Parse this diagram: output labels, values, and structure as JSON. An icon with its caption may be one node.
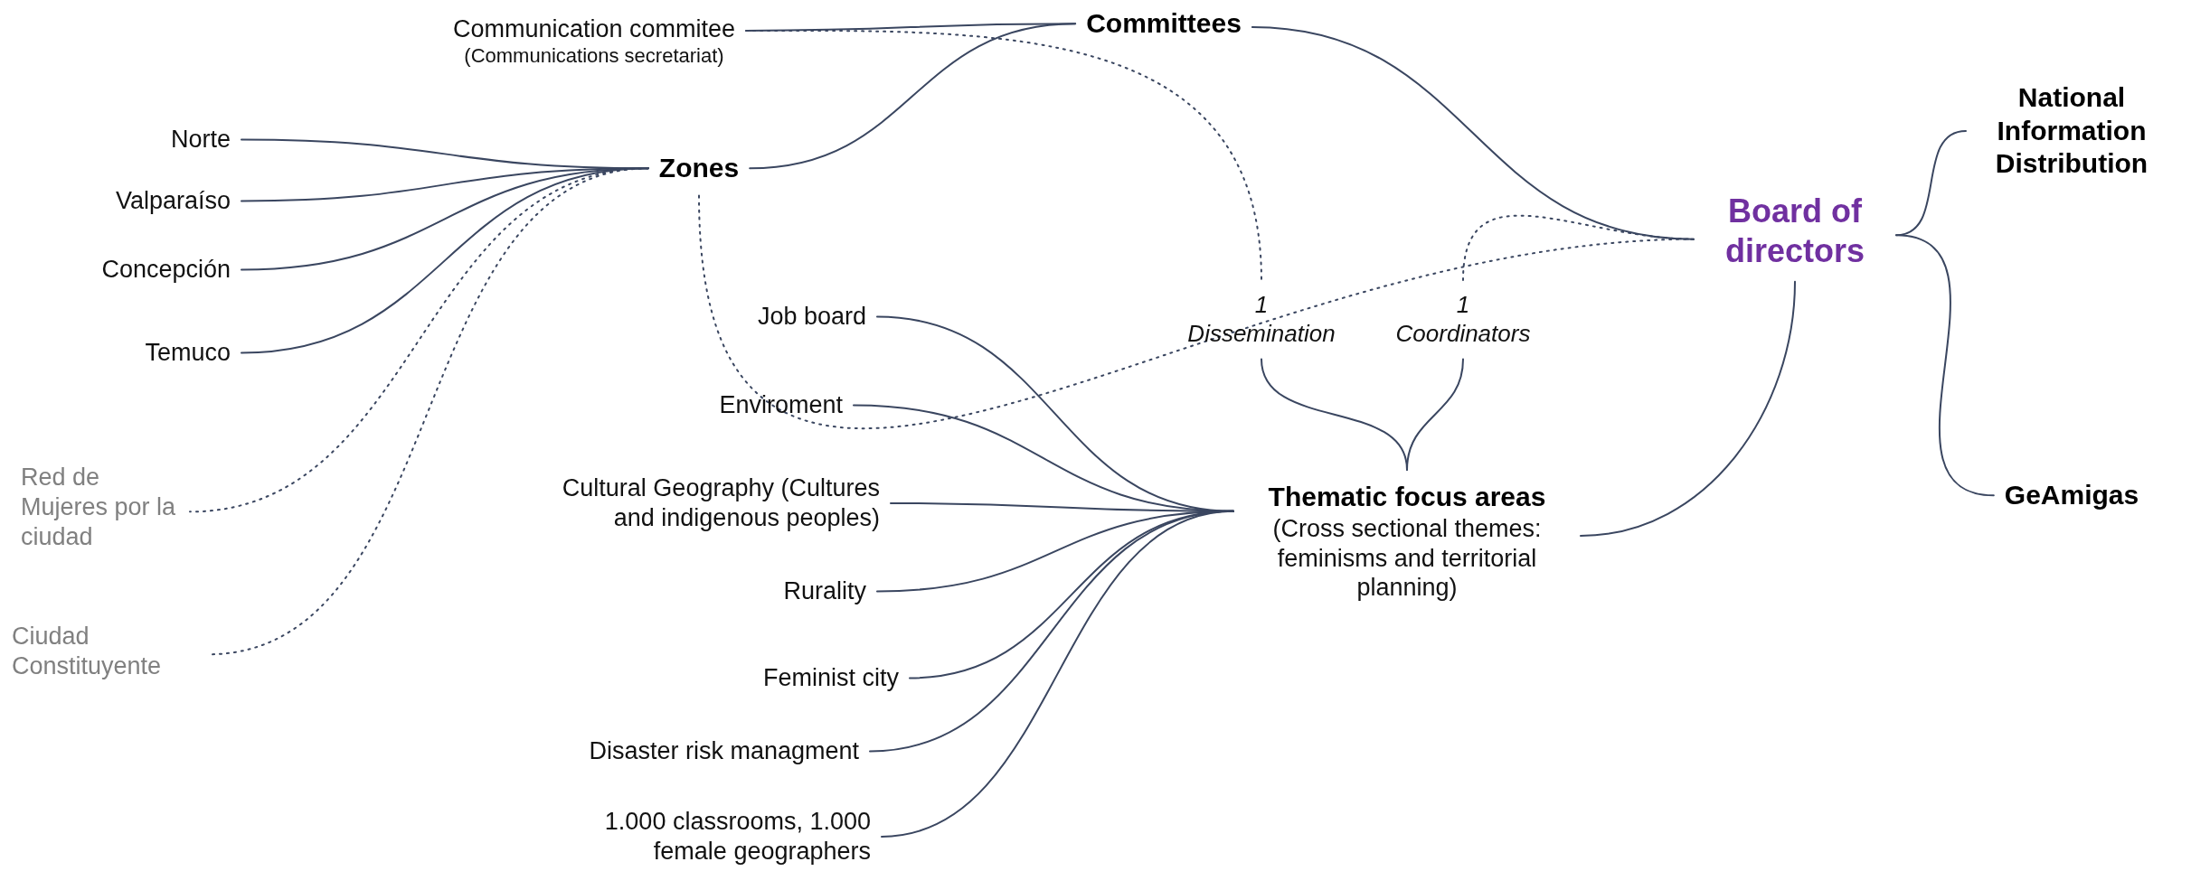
{
  "diagram": {
    "nodes": [
      {
        "text": [
          "Committees"
        ]
      },
      {
        "text": [
          "Communication commitee",
          "(Communications secretariat)"
        ]
      },
      {
        "text": [
          "Zones"
        ]
      },
      {
        "text": [
          "Norte"
        ]
      },
      {
        "text": [
          "Valparaíso"
        ]
      },
      {
        "text": [
          "Concepción"
        ]
      },
      {
        "text": [
          "Temuco"
        ]
      },
      {
        "text": [
          "Red de Mujeres por la ciudad"
        ]
      },
      {
        "text": [
          "Ciudad Constituyente"
        ]
      },
      {
        "text": [
          "Board of directors"
        ]
      },
      {
        "text": [
          "National Information Distribution"
        ]
      },
      {
        "text": [
          "GeAmigas"
        ]
      },
      {
        "text": [
          "1",
          "Dissemination"
        ]
      },
      {
        "text": [
          "1",
          "Coordinators"
        ]
      },
      {
        "text": [
          "Thematic focus areas",
          "(Cross sectional themes: feminisms and territorial planning)"
        ]
      },
      {
        "text": [
          "Job board"
        ]
      },
      {
        "text": [
          "Enviroment"
        ]
      },
      {
        "text": [
          "Cultural Geography (Cultures and indigenous peoples)"
        ]
      },
      {
        "text": [
          "Rurality"
        ]
      },
      {
        "text": [
          "Feminist city"
        ]
      },
      {
        "text": [
          "Disaster risk managment"
        ]
      },
      {
        "text": [
          "1.000 classrooms, 1.000 female geographers"
        ]
      }
    ],
    "edges": [
      {
        "from": 0,
        "to": 1,
        "arrow": "none"
      },
      {
        "from": 0,
        "to": 2,
        "arrow": "none"
      },
      {
        "from": 0,
        "to": 9,
        "arrow": "none"
      },
      {
        "from": 2,
        "to": 3,
        "arrow": "none"
      },
      {
        "from": 2,
        "to": 4,
        "arrow": "none"
      },
      {
        "from": 2,
        "to": 5,
        "arrow": "none"
      },
      {
        "from": 2,
        "to": 6,
        "arrow": "none"
      },
      {
        "from": 2,
        "to": 7,
        "arrow": "none",
        "style": "dashed"
      },
      {
        "from": 2,
        "to": 8,
        "arrow": "none",
        "style": "dashed"
      },
      {
        "from": 2,
        "to": 9,
        "arrow": "none",
        "style": "dashed"
      },
      {
        "from": 1,
        "to": 12,
        "arrow": "none",
        "style": "dashed"
      },
      {
        "from": 13,
        "to": 9,
        "arrow": "none",
        "style": "dashed"
      },
      {
        "from": 12,
        "to": 14,
        "arrow": "none"
      },
      {
        "from": 13,
        "to": 14,
        "arrow": "none"
      },
      {
        "from": 9,
        "to": 14,
        "arrow": "none"
      },
      {
        "from": 9,
        "to": 10,
        "arrow": "none"
      },
      {
        "from": 9,
        "to": 11,
        "arrow": "none"
      },
      {
        "from": 15,
        "to": 14,
        "arrow": "none"
      },
      {
        "from": 16,
        "to": 14,
        "arrow": "none"
      },
      {
        "from": 17,
        "to": 14,
        "arrow": "none"
      },
      {
        "from": 18,
        "to": 14,
        "arrow": "none"
      },
      {
        "from": 19,
        "to": 14,
        "arrow": "none"
      },
      {
        "from": 20,
        "to": 14,
        "arrow": "none"
      },
      {
        "from": 21,
        "to": 14,
        "arrow": "none"
      }
    ]
  }
}
